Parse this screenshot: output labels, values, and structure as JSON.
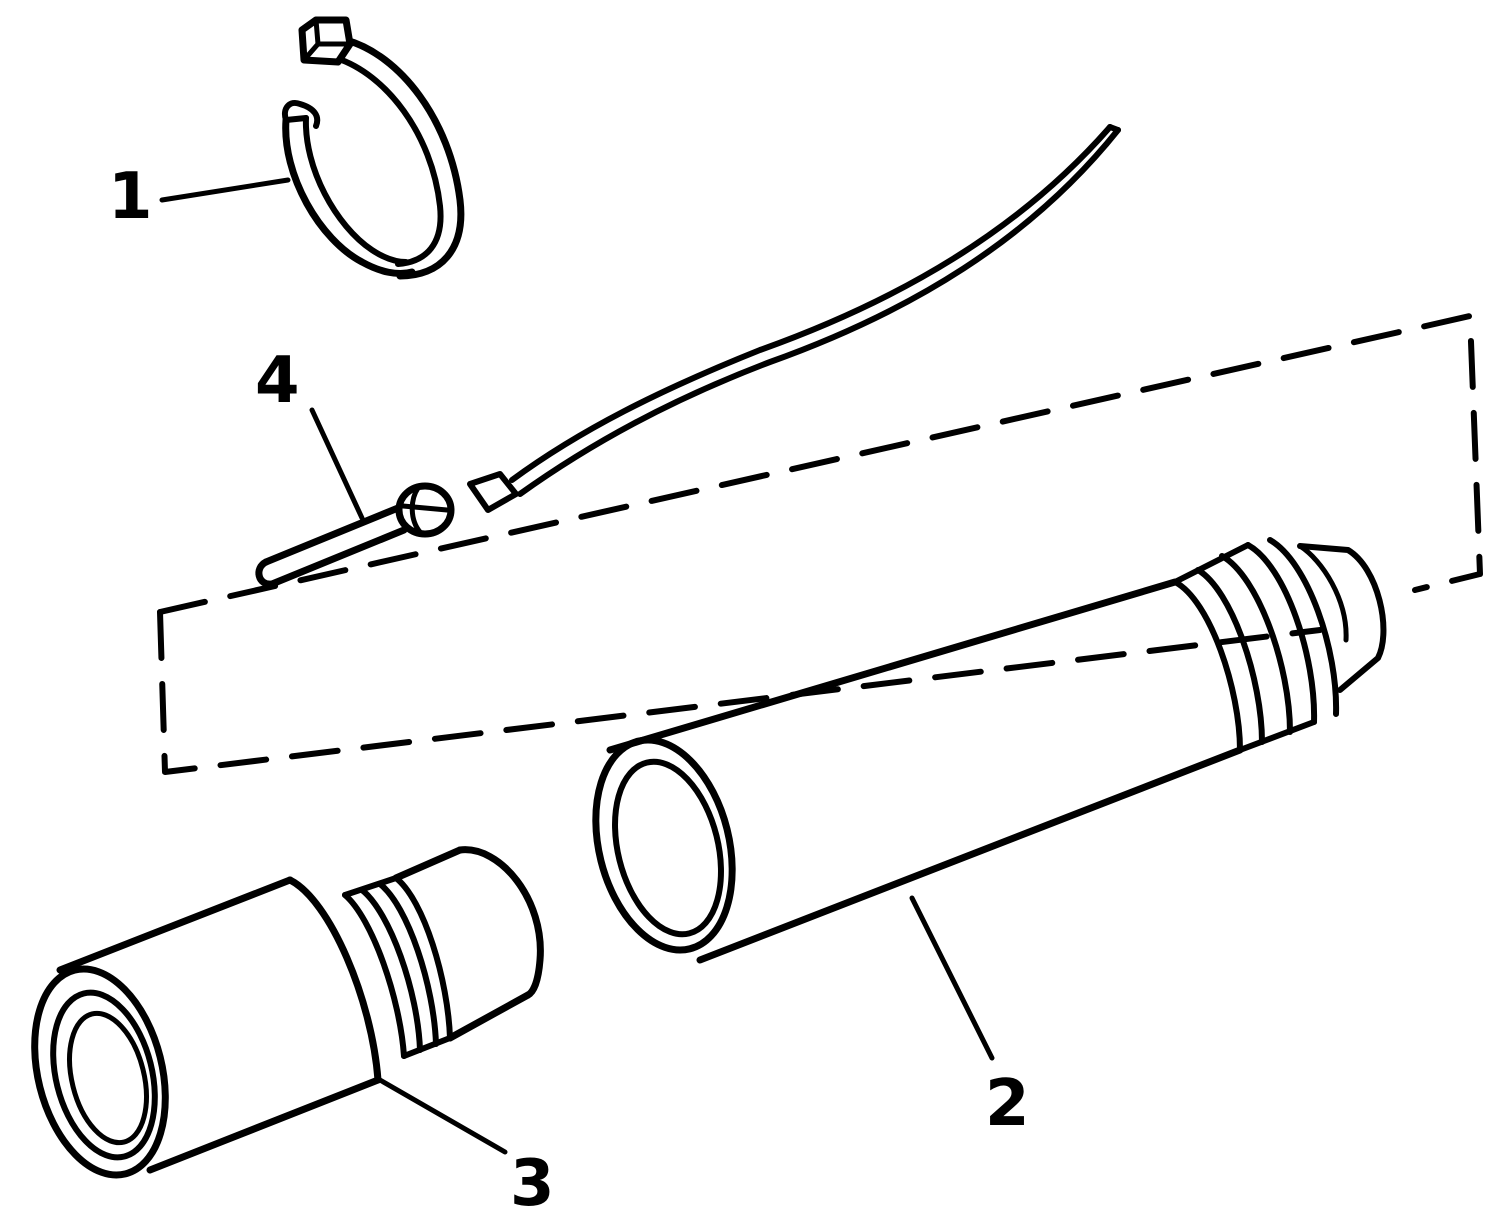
{
  "colors": {
    "ink": "#000000",
    "background": "#ffffff"
  },
  "callouts": [
    {
      "id": "1",
      "text": "1",
      "part": "hose-clamp"
    },
    {
      "id": "2",
      "text": "2",
      "part": "dipstick-tube"
    },
    {
      "id": "3",
      "text": "3",
      "part": "tube-adapter"
    },
    {
      "id": "4",
      "text": "4",
      "part": "dipstick"
    }
  ]
}
